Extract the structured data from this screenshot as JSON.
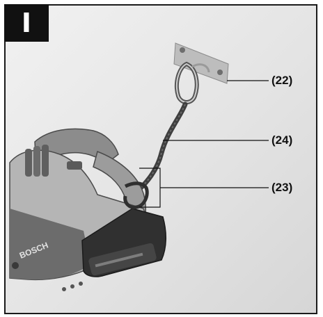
{
  "figure": {
    "badge": "I",
    "callouts": [
      {
        "id": "anchor-plate",
        "label": "(22)"
      },
      {
        "id": "lanyard-cord",
        "label": "(24)"
      },
      {
        "id": "attachment-loop",
        "label": "(23)"
      }
    ],
    "tool_brand": "BOSCH"
  }
}
